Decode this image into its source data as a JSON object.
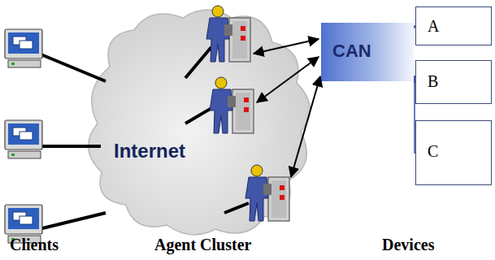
{
  "diagram": {
    "nodes": [
      {
        "text": [
          "Internet"
        ]
      },
      {
        "text": [
          "CAN"
        ]
      },
      {
        "text": [
          "A"
        ]
      },
      {
        "text": [
          "B"
        ]
      },
      {
        "text": [
          "C"
        ]
      }
    ],
    "edges": [
      {
        "from": 1,
        "to": 2,
        "arrow": "none"
      },
      {
        "from": 1,
        "to": 3,
        "arrow": "none"
      },
      {
        "from": 1,
        "to": 4,
        "arrow": "none"
      }
    ],
    "labels": [
      "Clients",
      "Agent Cluster",
      "Devices"
    ]
  }
}
